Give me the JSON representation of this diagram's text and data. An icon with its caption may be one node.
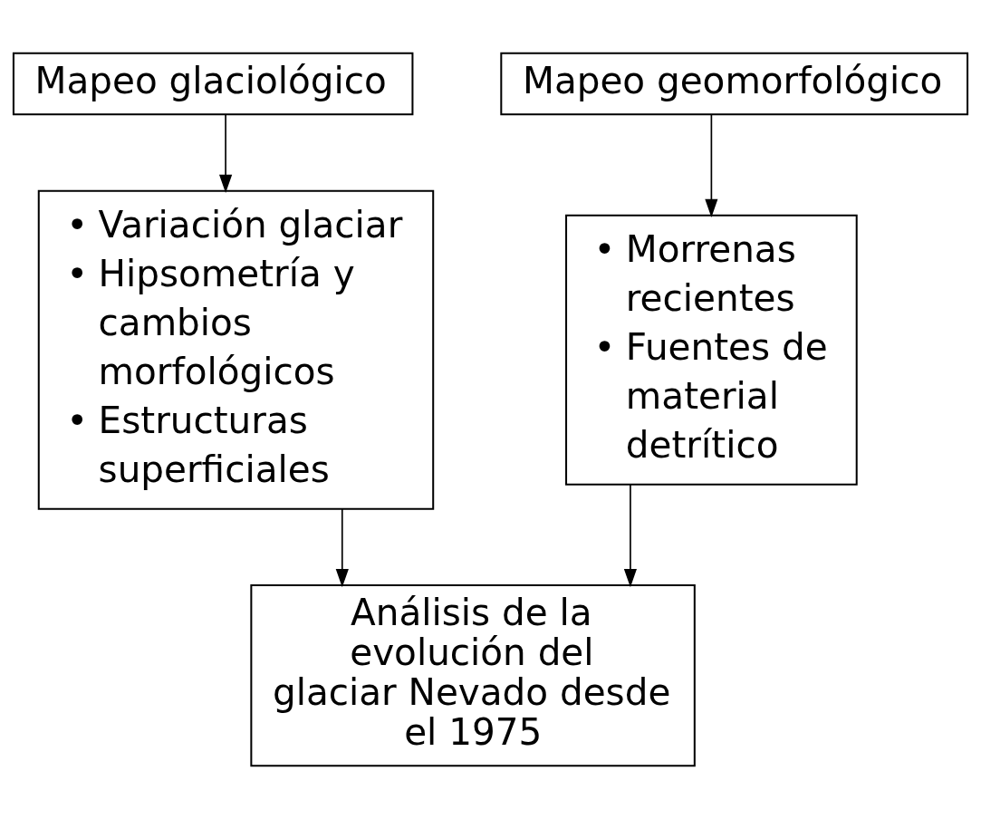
{
  "diagram": {
    "nodes": [
      {
        "text": [
          "Mapeo glaciológico"
        ]
      },
      {
        "text": [
          "Mapeo geomorfológico"
        ]
      },
      {
        "text": [
          "• Variación glaciar",
          "• Hipsometría y cambios morfológicos",
          "• Estructuras superficiales"
        ]
      },
      {
        "text": [
          "• Morrenas recientes",
          "• Fuentes de material detrítico"
        ]
      },
      {
        "text": [
          "Análisis de la evolución del glaciar Nevado desde el 1975"
        ]
      }
    ],
    "edges": [
      {
        "from": 0,
        "to": 2,
        "arrow": "to"
      },
      {
        "from": 1,
        "to": 3,
        "arrow": "to"
      },
      {
        "from": 2,
        "to": 4,
        "arrow": "to"
      },
      {
        "from": 3,
        "to": 4,
        "arrow": "to"
      }
    ]
  }
}
